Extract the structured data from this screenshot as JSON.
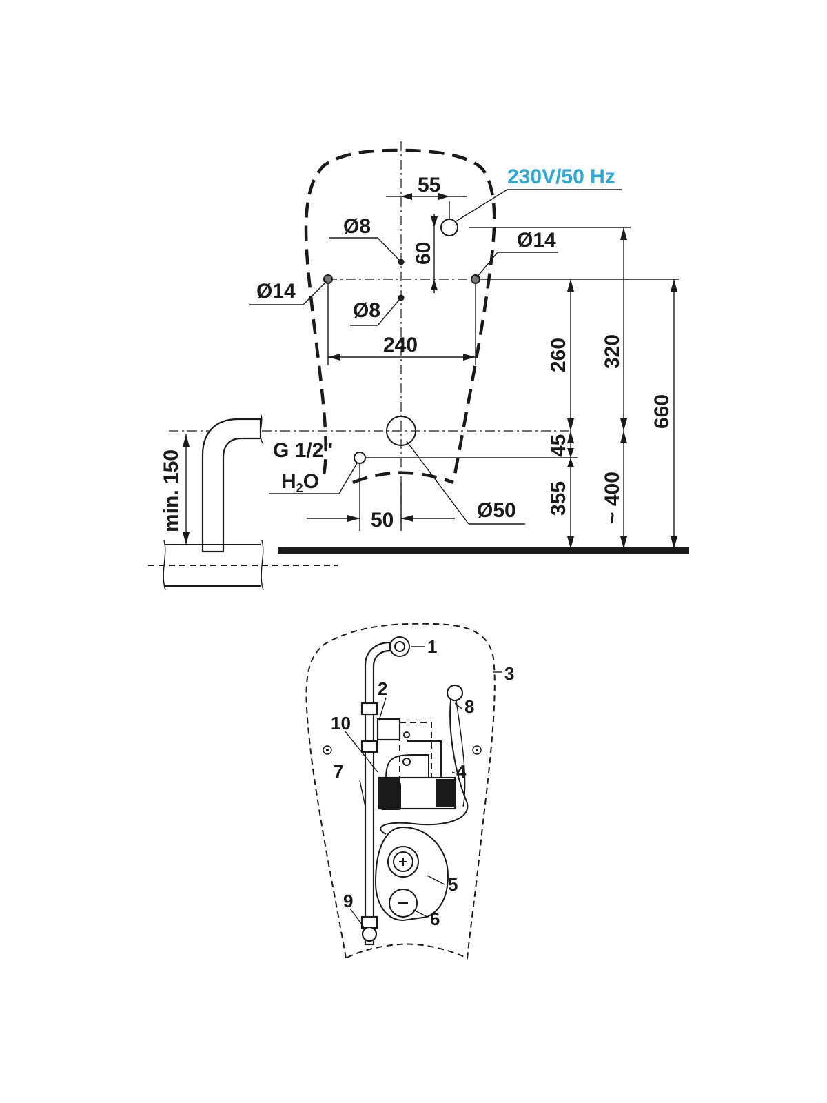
{
  "colors": {
    "ink": "#1a1a1a",
    "accent": "#29a9d6",
    "floor": "#1a1a1a"
  },
  "top_view": {
    "power_label": "230V/50 Hz",
    "dim_55": "55",
    "dim_60": "60",
    "dim_240": "240",
    "dim_260": "260",
    "dim_320": "320",
    "dim_660": "660",
    "dim_45": "45",
    "dim_355": "355",
    "dim_400": "~ 400",
    "dim_50": "50",
    "dim_min150": "min. 150",
    "hole_d8_upper": "Ø8",
    "hole_d8_lower": "Ø8",
    "hole_d14_left": "Ø14",
    "hole_d14_right": "Ø14",
    "outlet_d50": "Ø50",
    "thread_label": "G 1/2\"",
    "water_label": "H",
    "water_sub": "2",
    "water_suffix": "O"
  },
  "bottom_view": {
    "callouts": [
      "1",
      "2",
      "3",
      "4",
      "5",
      "6",
      "7",
      "8",
      "9",
      "10"
    ]
  }
}
